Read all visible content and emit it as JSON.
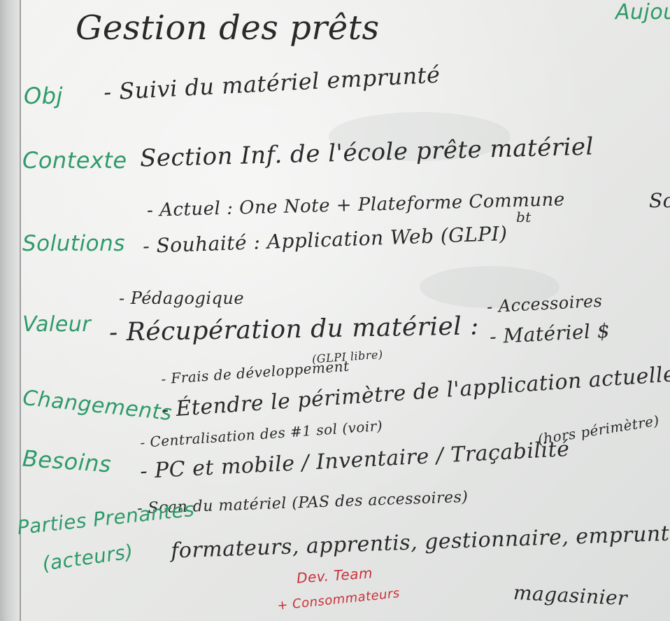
{
  "title": "Gestion des prêts",
  "corner_top_right": "Aujou",
  "corner_right": "Sc",
  "sections": {
    "obj": {
      "label": "Obj",
      "text": "- Suivi du matériel emprunté"
    },
    "contexte": {
      "label": "Contexte",
      "text": "Section Inf. de l'école prête matériel"
    },
    "solutions": {
      "label": "Solutions",
      "actuel": "- Actuel : One Note + Plateforme Commune",
      "actuel_note": "bt",
      "souhaite": "- Souhaité : Application Web (GLPI)"
    },
    "valeur": {
      "label": "Valeur",
      "pedagogique": "- Pédagogique",
      "recuperation": "- Récupération du matériel :",
      "accessoires": "- Accessoires",
      "materiel": "- Matériel $"
    },
    "changements": {
      "label": "Changements",
      "frais": "- Frais de développement",
      "frais_note": "(GLPI libre)",
      "etendre": "- Étendre le périmètre de l'application actuelle /"
    },
    "besoins": {
      "label": "Besoins",
      "centralisation": "- Centralisation des #1 sol (voir)",
      "pc_mobile": "- PC et mobile / Inventaire / Traçabilité",
      "hors_perimetre": "(hors périmètre)",
      "scan": "- Scan du matériel (PAS des accessoires)"
    },
    "parties": {
      "label": "Parties Prenantes",
      "label2": "(acteurs)",
      "list": "formateurs, apprentis, gestionnaire, emprunteurs",
      "dev_team": "Dev. Team",
      "consommateurs": "+ Consommateurs",
      "magasinier": "magasinier"
    }
  },
  "colors": {
    "black_marker": "#2a2a2a",
    "green_marker": "#2f9a6a",
    "red_marker": "#c93038",
    "board": "#eceded"
  }
}
